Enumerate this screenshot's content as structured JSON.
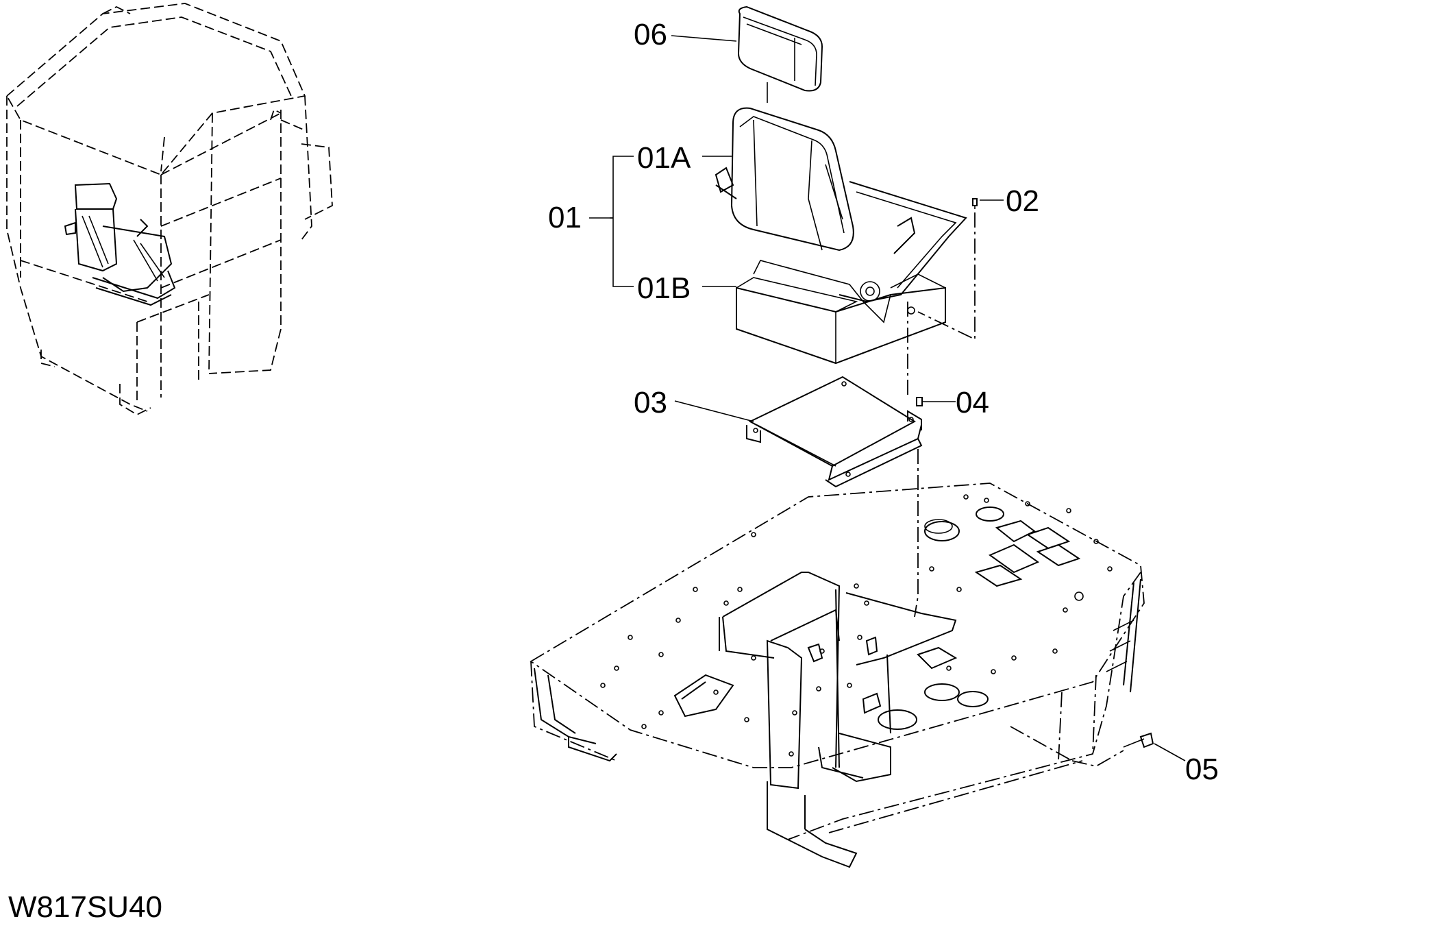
{
  "figure_code": "W817SU40",
  "callouts": {
    "c01": "01",
    "c01A": "01A",
    "c01B": "01B",
    "c02": "02",
    "c03": "03",
    "c04": "04",
    "c05": "05",
    "c06": "06"
  },
  "icons": {
    "cab": "cab-outline-icon",
    "seat": "operator-seat-icon",
    "headrest": "headrest-icon",
    "plate": "seat-mount-plate-icon",
    "floor": "floor-frame-icon"
  }
}
